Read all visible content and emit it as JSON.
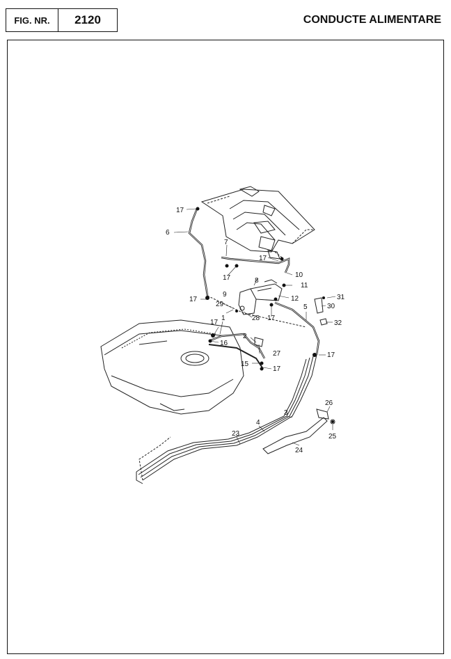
{
  "header": {
    "fig_label": "FIG. NR.",
    "fig_number": "2120",
    "title": "CONDUCTE ALIMENTARE"
  },
  "callouts": [
    {
      "id": "c17a",
      "text": "17"
    },
    {
      "id": "c6",
      "text": "6"
    },
    {
      "id": "c7",
      "text": "7"
    },
    {
      "id": "c17b",
      "text": "17"
    },
    {
      "id": "c17c",
      "text": "17"
    },
    {
      "id": "c8",
      "text": "8"
    },
    {
      "id": "c10",
      "text": "10"
    },
    {
      "id": "c11",
      "text": "11"
    },
    {
      "id": "c12",
      "text": "12"
    },
    {
      "id": "c17d",
      "text": "17"
    },
    {
      "id": "c29",
      "text": "29"
    },
    {
      "id": "c9",
      "text": "9"
    },
    {
      "id": "c28",
      "text": "28"
    },
    {
      "id": "c17e",
      "text": "17"
    },
    {
      "id": "c5",
      "text": "5"
    },
    {
      "id": "c31",
      "text": "31"
    },
    {
      "id": "c30",
      "text": "30"
    },
    {
      "id": "c32",
      "text": "32"
    },
    {
      "id": "c17f",
      "text": "17"
    },
    {
      "id": "c1",
      "text": "1"
    },
    {
      "id": "c16",
      "text": "16"
    },
    {
      "id": "c2",
      "text": "2"
    },
    {
      "id": "c27",
      "text": "27"
    },
    {
      "id": "c17g",
      "text": "17"
    },
    {
      "id": "c15",
      "text": "15"
    },
    {
      "id": "c17h",
      "text": "17"
    },
    {
      "id": "c26",
      "text": "26"
    },
    {
      "id": "c3",
      "text": "3"
    },
    {
      "id": "c4",
      "text": "4"
    },
    {
      "id": "c23",
      "text": "23"
    },
    {
      "id": "c25",
      "text": "25"
    },
    {
      "id": "c24",
      "text": "24"
    }
  ]
}
